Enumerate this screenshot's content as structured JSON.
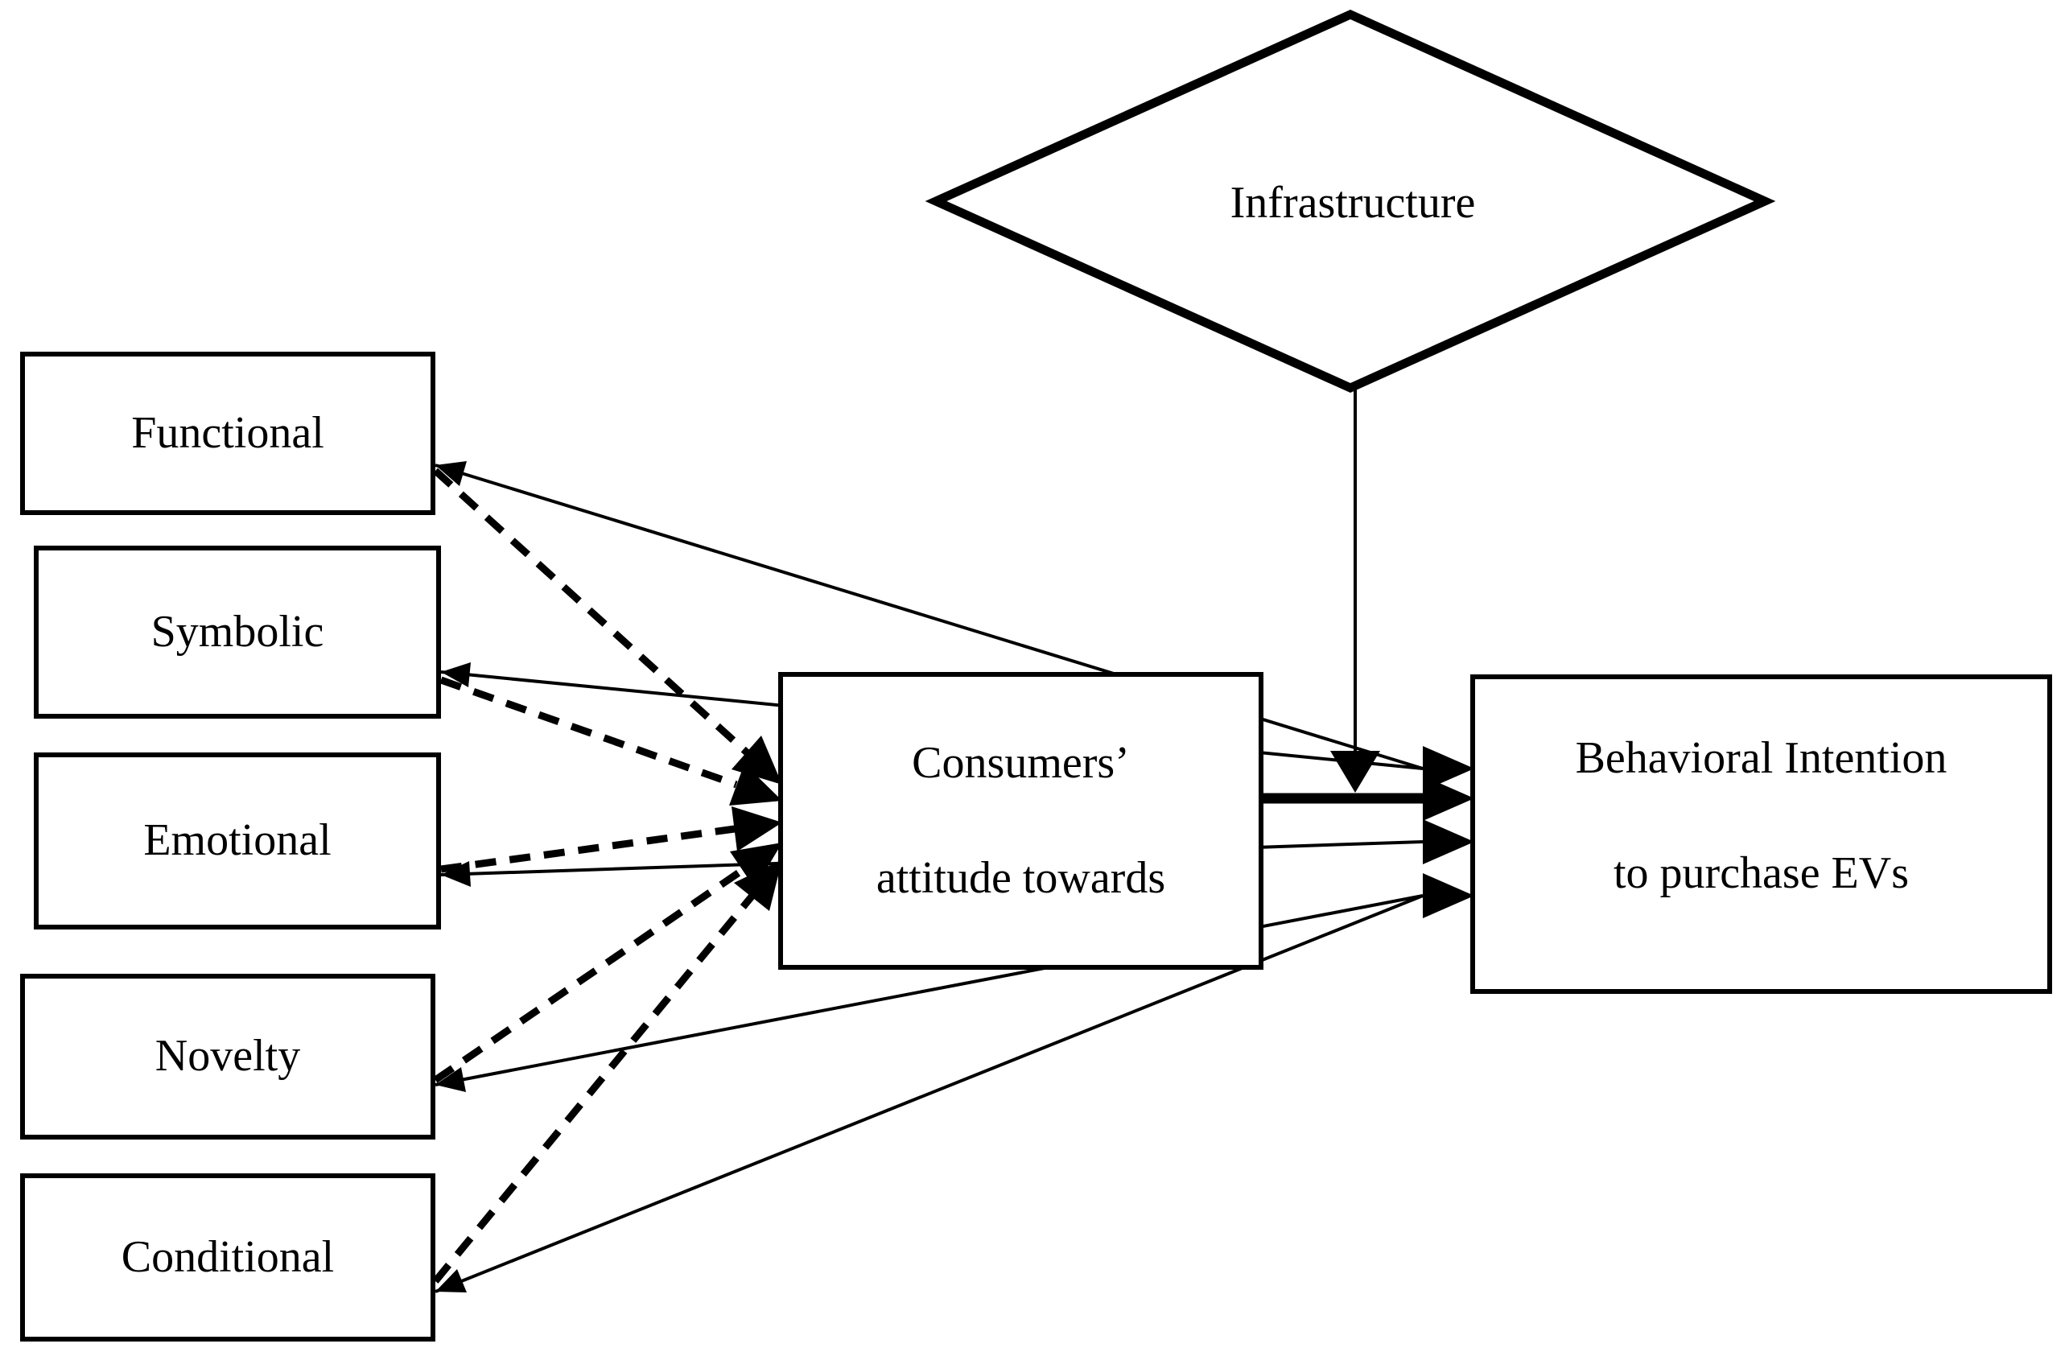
{
  "diagram": {
    "moderator": {
      "label": "Infrastructure"
    },
    "antecedents": [
      {
        "label": "Functional"
      },
      {
        "label": "Symbolic"
      },
      {
        "label": "Emotional"
      },
      {
        "label": "Novelty"
      },
      {
        "label": "Conditional"
      }
    ],
    "mediator": {
      "line1": "Consumers’",
      "line2": "attitude towards"
    },
    "outcome": {
      "line1": "Behavioral Intention",
      "line2": "to purchase EVs"
    },
    "colors": {
      "ink": "#000000",
      "paper": "#ffffff"
    },
    "edges": {
      "dashed_to_mediator": [
        "Functional → Consumers’ attitude",
        "Symbolic → Consumers’ attitude",
        "Emotional → Consumers’ attitude",
        "Novelty → Consumers’ attitude",
        "Conditional → Consumers’ attitude"
      ],
      "solid_direct_to_outcome": [
        "Functional ↔ Behavioral Intention",
        "Symbolic ↔ Behavioral Intention",
        "Emotional ↔ Behavioral Intention",
        "Novelty ↔ Behavioral Intention",
        "Conditional ↔ Behavioral Intention"
      ],
      "thick_path": "Consumers’ attitude → Behavioral Intention",
      "moderation": "Infrastructure → (attitude → intention path)"
    }
  }
}
